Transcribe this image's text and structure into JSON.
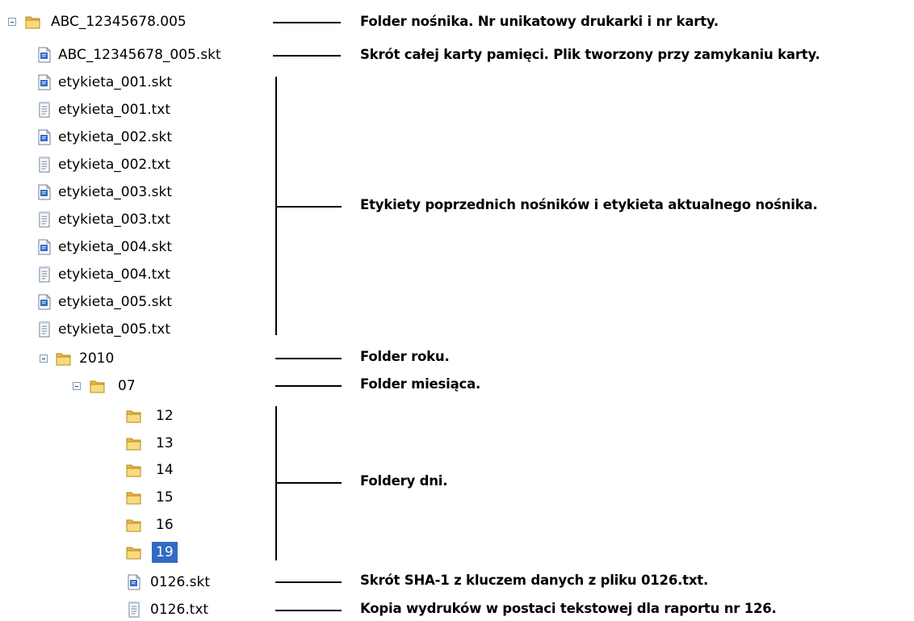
{
  "tree": {
    "root": {
      "label": "ABC_12345678.005",
      "icon": "folder-open-icon"
    },
    "root_files": [
      {
        "label": "ABC_12345678_005.skt",
        "icon": "skt-file-icon"
      },
      {
        "label": "etykieta_001.skt",
        "icon": "skt-file-icon"
      },
      {
        "label": "etykieta_001.txt",
        "icon": "txt-file-icon"
      },
      {
        "label": "etykieta_002.skt",
        "icon": "skt-file-icon"
      },
      {
        "label": "etykieta_002.txt",
        "icon": "txt-file-icon"
      },
      {
        "label": "etykieta_003.skt",
        "icon": "skt-file-icon"
      },
      {
        "label": "etykieta_003.txt",
        "icon": "txt-file-icon"
      },
      {
        "label": "etykieta_004.skt",
        "icon": "skt-file-icon"
      },
      {
        "label": "etykieta_004.txt",
        "icon": "txt-file-icon"
      },
      {
        "label": "etykieta_005.skt",
        "icon": "skt-file-icon"
      },
      {
        "label": "etykieta_005.txt",
        "icon": "txt-file-icon"
      }
    ],
    "year": {
      "label": "2010",
      "icon": "folder-open-icon"
    },
    "month": {
      "label": "07",
      "icon": "folder-open-icon"
    },
    "days": [
      "12",
      "13",
      "14",
      "15",
      "16",
      "19"
    ],
    "selected_day": "19",
    "day_files": [
      {
        "label": "0126.skt",
        "icon": "skt-file-icon"
      },
      {
        "label": "0126.txt",
        "icon": "txt-file-icon"
      }
    ]
  },
  "annotations": {
    "root_folder": "Folder nośnika. Nr unikatowy drukarki i nr karty.",
    "card_hash": "Skrót całej karty pamięci. Plik tworzony przy zamykaniu karty.",
    "labels": "Etykiety poprzednich nośników i etykieta aktualnego nośnika.",
    "year_folder": "Folder roku.",
    "month_folder": "Folder miesiąca.",
    "day_folders": "Foldery dni.",
    "sha_file": "Skrót SHA-1 z kluczem danych z pliku 0126.txt.",
    "txt_file": "Kopia wydruków w postaci tekstowej dla raportu nr 126."
  },
  "colors": {
    "selection": "#316ac5",
    "folder": "#f5d36b"
  }
}
